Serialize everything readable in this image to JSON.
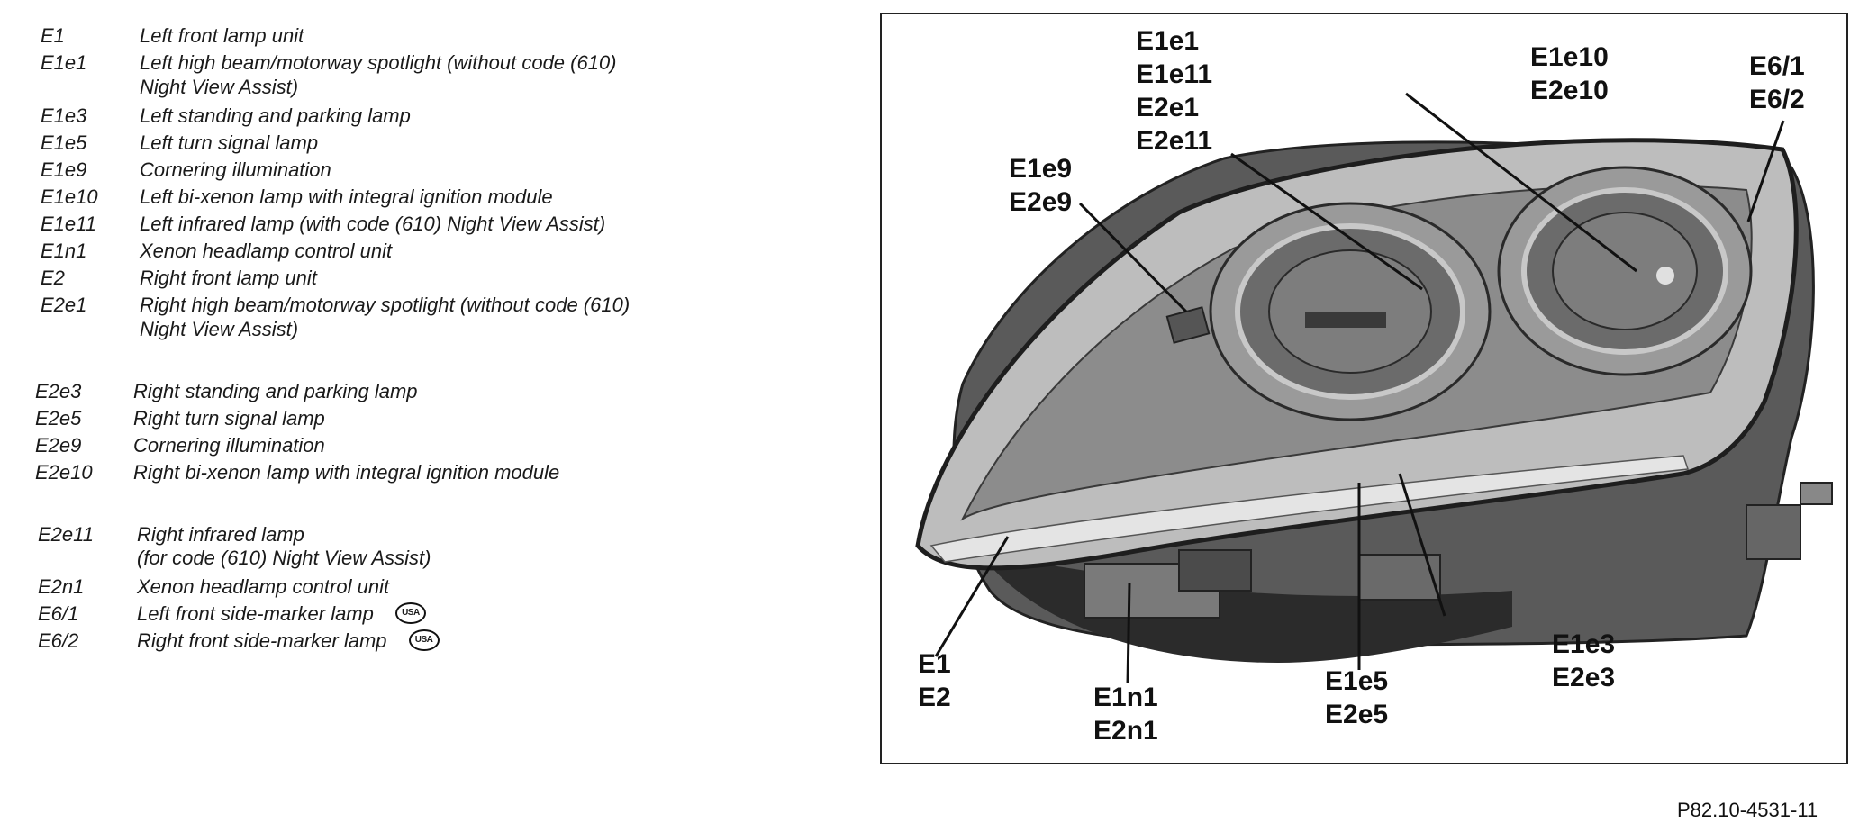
{
  "legend": {
    "entries": [
      {
        "code": "E1",
        "lines": [
          "Left front lamp unit"
        ]
      },
      {
        "code": "E1e1",
        "lines": [
          "Left high beam/motorway spotlight (without code (610)",
          "Night View Assist)"
        ]
      },
      {
        "code": "E1e3",
        "lines": [
          "Left standing and parking lamp"
        ]
      },
      {
        "code": "E1e5",
        "lines": [
          "Left turn signal lamp"
        ]
      },
      {
        "code": "E1e9",
        "lines": [
          "Cornering illumination"
        ]
      },
      {
        "code": "E1e10",
        "lines": [
          "Left bi-xenon lamp with integral ignition module"
        ]
      },
      {
        "code": "E1e11",
        "lines": [
          "Left infrared lamp (with code (610) Night View Assist)"
        ]
      },
      {
        "code": "E1n1",
        "lines": [
          "Xenon headlamp control unit"
        ]
      },
      {
        "code": "E2",
        "lines": [
          "Right front lamp unit"
        ]
      },
      {
        "code": "E2e1",
        "lines": [
          "Right high beam/motorway spotlight (without code (610)",
          "Night View Assist)"
        ]
      },
      {
        "code": "E2e3",
        "lines": [
          "Right standing and parking lamp"
        ]
      },
      {
        "code": "E2e5",
        "lines": [
          "Right turn signal lamp"
        ]
      },
      {
        "code": "E2e9",
        "lines": [
          "Cornering illumination"
        ]
      },
      {
        "code": "E2e10",
        "lines": [
          "Right bi-xenon lamp with integral ignition module"
        ]
      },
      {
        "code": "E2e11",
        "lines": [
          "Right infrared lamp",
          "(for code (610) Night View Assist)"
        ]
      },
      {
        "code": "E2n1",
        "lines": [
          "Xenon headlamp control unit"
        ]
      },
      {
        "code": "E6/1",
        "lines": [
          "Left front side-marker lamp"
        ],
        "badge": "USA"
      },
      {
        "code": "E6/2",
        "lines": [
          "Right front side-marker lamp"
        ],
        "badge": "USA"
      }
    ]
  },
  "figure": {
    "callouts": [
      {
        "id": "e1e1-group",
        "lines": [
          "E1e1",
          "E1e11",
          "E2e1",
          "E2e11"
        ]
      },
      {
        "id": "e1e10-group",
        "lines": [
          "E1e10",
          "E2e10"
        ]
      },
      {
        "id": "e6-group",
        "lines": [
          "E6/1",
          "E6/2"
        ]
      },
      {
        "id": "e1e9-group",
        "lines": [
          "E1e9",
          "E2e9"
        ]
      },
      {
        "id": "e1-group",
        "lines": [
          "E1",
          "E2"
        ]
      },
      {
        "id": "e1n1-group",
        "lines": [
          "E1n1",
          "E2n1"
        ]
      },
      {
        "id": "e1e5-group",
        "lines": [
          "E1e5",
          "E2e5"
        ]
      },
      {
        "id": "e1e3-group",
        "lines": [
          "E1e3",
          "E2e3"
        ]
      }
    ],
    "figure_id": "P82.10-4531-11"
  },
  "colors": {
    "text": "#111111",
    "frame": "#222222",
    "housing": "#3a3a3a",
    "lens": "#c9c9c9"
  }
}
